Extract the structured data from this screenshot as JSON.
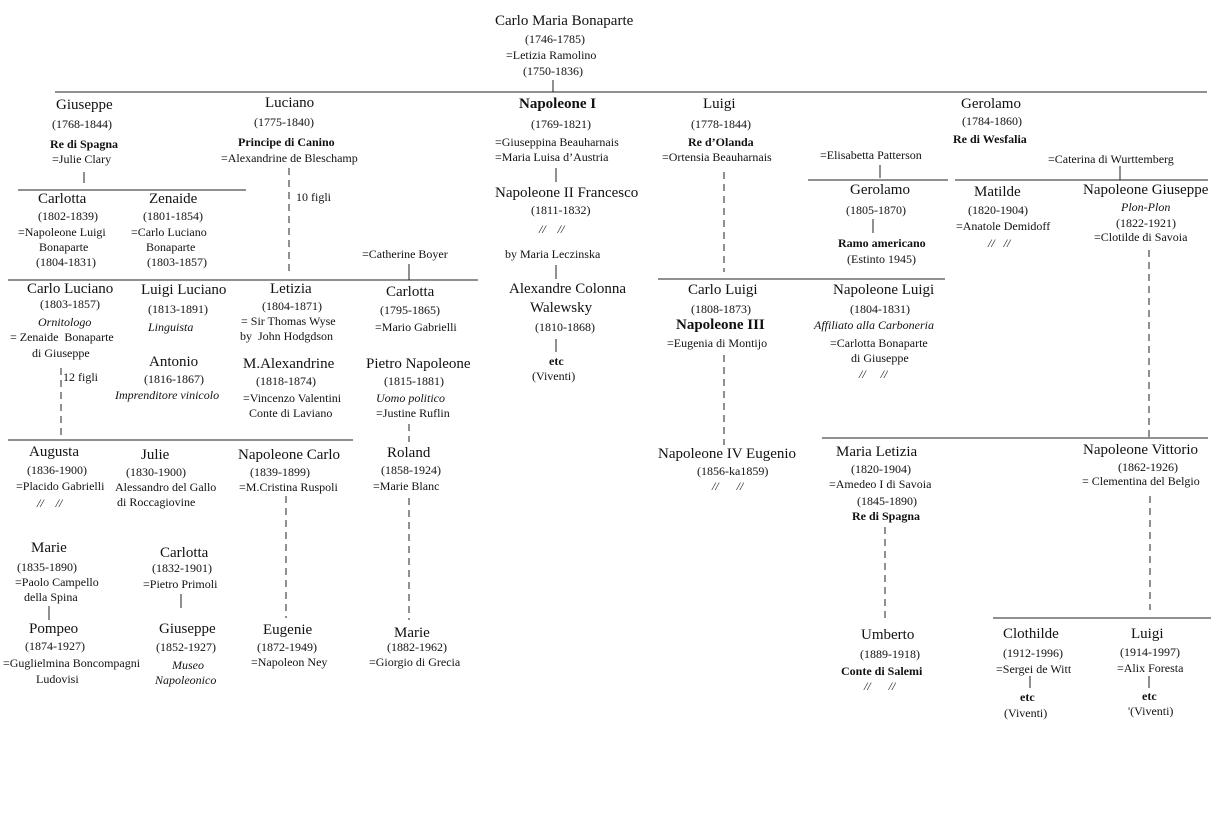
{
  "colors": {
    "background": "#ffffff",
    "text": "#111111",
    "line": "#222222"
  },
  "root": {
    "name": "Carlo Maria Bonaparte",
    "dates": "(1746-1785)",
    "spouse": "=Letizia Ramolino",
    "spouse_dates": "(1750-1836)"
  },
  "giuseppe": {
    "name": "Giuseppe",
    "dates": "(1768-1844)",
    "title": "Re di Spagna",
    "spouse": "=Julie Clary"
  },
  "luciano": {
    "name": "Luciano",
    "dates": "(1775-1840)",
    "title": "Principe di Canino",
    "spouse": "=Alexandrine de Bleschamp",
    "children_count": "10 figli"
  },
  "napoleone": {
    "name": "Napoleone I",
    "dates": "(1769-1821)",
    "spouse1": "=Giuseppina  Beauharnais",
    "spouse2": "=Maria Luisa d’Austria"
  },
  "luigi": {
    "name": "Luigi",
    "dates": "(1778-1844)",
    "title": "Re d’Olanda",
    "spouse": "=Ortensia Beauharnais"
  },
  "gerolamo": {
    "name": "Gerolamo",
    "dates": "(1784-1860)",
    "title": "Re di Wesfalia",
    "spouse1": "=Elisabetta Patterson",
    "spouse2": "=Caterina di Wurttemberg"
  },
  "carlotta_g": {
    "name": "Carlotta",
    "dates": "(1802-1839)",
    "spouse": "=Napoleone Luigi",
    "spouse_line2": "Bonaparte",
    "spouse_dates": "(1804-1831)"
  },
  "zenaide": {
    "name": "Zenaide",
    "dates": "(1801-1854)",
    "spouse": "=Carlo Luciano",
    "spouse_line2": "Bonaparte",
    "spouse_dates": "(1803-1857)"
  },
  "napoleone2": {
    "name": "Napoleone II Francesco",
    "dates": "(1811-1832)",
    "mark": "//    //"
  },
  "walewski": {
    "by": "by Maria Leczinska",
    "name": "Alexandre Colonna",
    "name2": "Walewsky",
    "dates": "(1810-1868)",
    "etc": "etc",
    "viventi": "(Viventi)"
  },
  "gerolamo2": {
    "name": "Gerolamo",
    "dates": "(1805-1870)",
    "branch": "Ramo americano",
    "extinct": "(Estinto 1945)"
  },
  "matilde": {
    "name": "Matilde",
    "dates": "(1820-1904)",
    "spouse": "=Anatole Demidoff",
    "mark": "//   //"
  },
  "plonplon": {
    "name": "Napoleone Giuseppe",
    "nickname": "Plon-Plon",
    "dates": "(1822-1921)",
    "spouse": "=Clotilde di Savoia"
  },
  "boyer": {
    "spouse": "=Catherine Boyer"
  },
  "carlo_luciano": {
    "name": "Carlo Luciano",
    "dates": "(1803-1857)",
    "note": "Ornitologo",
    "spouse": "= Zenaide  Bonaparte",
    "spouse_line2": "di Giuseppe",
    "children_count": "12 figli"
  },
  "luigi_luciano": {
    "name": "Luigi Luciano",
    "dates": "(1813-1891)",
    "note": "Linguista"
  },
  "antonio": {
    "name": "Antonio",
    "dates": "(1816-1867)",
    "note": "Imprenditore vinicolo"
  },
  "letizia": {
    "name": "Letizia",
    "dates": "(1804-1871)",
    "spouse": "= Sir Thomas Wyse",
    "spouse_line2": "by  John Hodgdson"
  },
  "malexandrine": {
    "name": "M.Alexandrine",
    "dates": "(1818-1874)",
    "spouse": "=Vincenzo Valentini",
    "spouse_line2": "Conte di Laviano"
  },
  "carlotta_l": {
    "name": "Carlotta",
    "dates": "(1795-1865)",
    "spouse": "=Mario Gabrielli"
  },
  "pietro": {
    "name": "Pietro Napoleone",
    "dates": "(1815-1881)",
    "note": "Uomo politico",
    "spouse": "=Justine Ruflin"
  },
  "carlo_luigi": {
    "name": "Carlo Luigi",
    "dates": "(1808-1873)",
    "title": "Napoleone III",
    "spouse": "=Eugenia di Montijo"
  },
  "napoleone_luigi": {
    "name": "Napoleone Luigi",
    "dates": "(1804-1831)",
    "note": "Affiliato alla Carboneria",
    "spouse": "=Carlotta Bonaparte",
    "spouse_line2": "di Giuseppe",
    "mark": "//     //"
  },
  "augusta": {
    "name": "Augusta",
    "dates": "(1836-1900)",
    "spouse": "=Placido Gabrielli",
    "mark": "//    //"
  },
  "julie": {
    "name": "Julie",
    "dates": "(1830-1900)",
    "spouse": "Alessandro del Gallo",
    "spouse_line2": "di Roccagiovine"
  },
  "napoleone_carlo": {
    "name": "Napoleone Carlo",
    "dates": "(1839-1899)",
    "spouse": "=M.Cristina Ruspoli"
  },
  "roland": {
    "name": "Roland",
    "dates": "(1858-1924)",
    "spouse": "=Marie Blanc"
  },
  "napoleone4": {
    "name": "Napoleone IV Eugenio",
    "dates": "(1856-ka1859)",
    "mark": "//      //"
  },
  "maria_letizia": {
    "name": "Maria Letizia",
    "dates": "(1820-1904)",
    "spouse": "=Amedeo I di Savoia",
    "spouse_dates": "(1845-1890)",
    "title": "Re di Spagna"
  },
  "napoleone_vittorio": {
    "name": "Napoleone Vittorio",
    "dates": "(1862-1926)",
    "spouse": "= Clementina del Belgio"
  },
  "marie_c": {
    "name": "Marie",
    "dates": "(1835-1890)",
    "spouse": "=Paolo Campello",
    "spouse_line2": "della Spina"
  },
  "pompeo": {
    "name": "Pompeo",
    "dates": "(1874-1927)",
    "spouse": "=Guglielmina Boncompagni",
    "spouse_line2": "Ludovisi"
  },
  "carlotta_p": {
    "name": "Carlotta",
    "dates": "(1832-1901)",
    "spouse": "=Pietro Primoli"
  },
  "giuseppe_p": {
    "name": "Giuseppe",
    "dates": "(1852-1927)",
    "note": "Museo",
    "note2": "Napoleonico"
  },
  "eugenie": {
    "name": "Eugenie",
    "dates": "(1872-1949)",
    "spouse": "=Napoleon Ney"
  },
  "marie_g": {
    "name": "Marie",
    "dates": "(1882-1962)",
    "spouse": "=Giorgio di Grecia"
  },
  "umberto": {
    "name": "Umberto",
    "dates": "(1889-1918)",
    "title": "Conte di Salemi",
    "mark": "//      //"
  },
  "clothilde": {
    "name": "Clothilde",
    "dates": "(1912-1996)",
    "spouse": "=Sergei de Witt",
    "etc": "etc",
    "viventi": "(Viventi)"
  },
  "luigi_f": {
    "name": "Luigi",
    "dates": "(1914-1997)",
    "spouse": "=Alix Foresta",
    "etc": "etc",
    "viventi": "'(Viventi)"
  }
}
